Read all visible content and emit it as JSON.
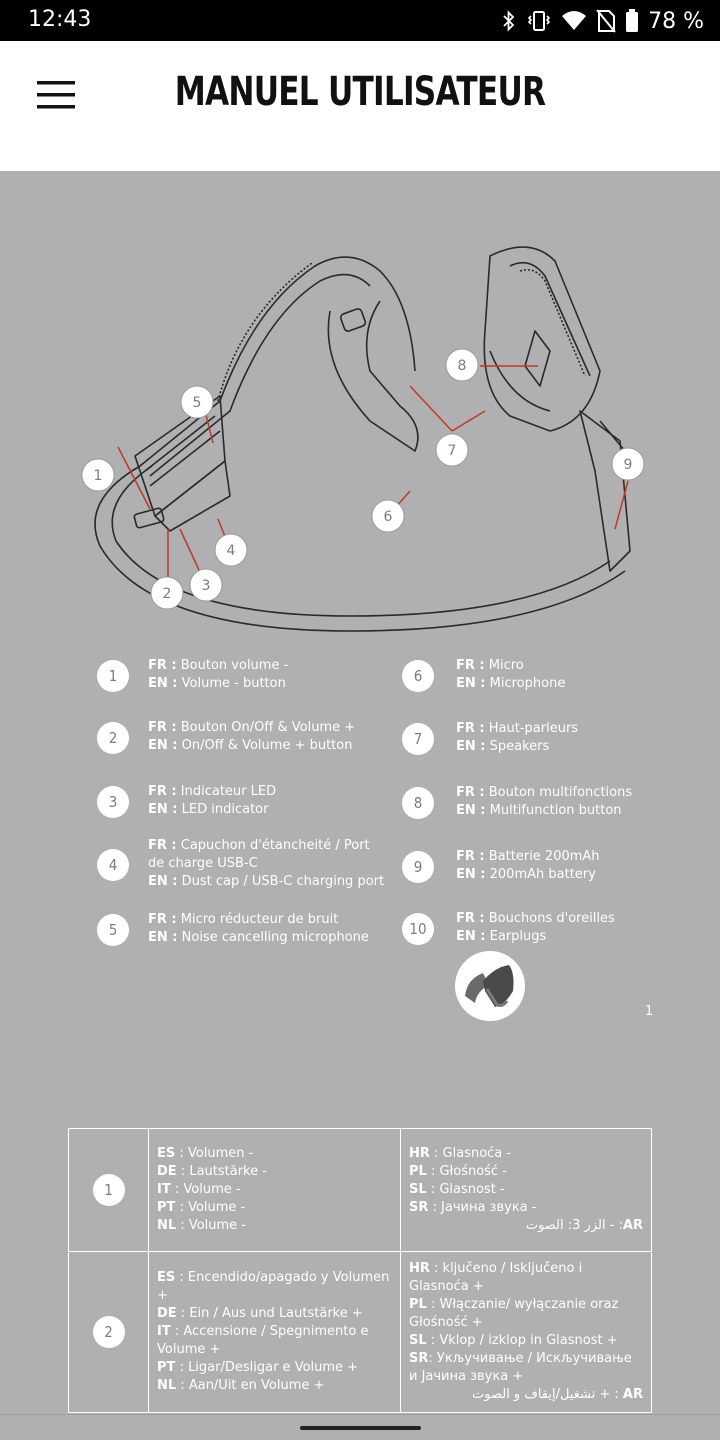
{
  "status_bar": {
    "time": "12:43",
    "battery_text": "78 %",
    "icons": [
      "bluetooth-icon",
      "vibrate-icon",
      "wifi-icon",
      "no-sim-icon",
      "battery-icon"
    ]
  },
  "app_bar": {
    "title": "MANUEL UTILISATEUR",
    "menu_icon": "hamburger-menu-icon"
  },
  "diagram": {
    "callouts": [
      "1",
      "2",
      "3",
      "4",
      "5",
      "6",
      "7",
      "8",
      "9"
    ]
  },
  "legend": [
    {
      "num": "1",
      "fr_label": "FR :",
      "fr": "Bouton volume -",
      "en_label": "EN :",
      "en": "Volume - button"
    },
    {
      "num": "2",
      "fr_label": "FR :",
      "fr": "Bouton On/Off & Volume +",
      "en_label": "EN :",
      "en": "On/Off & Volume + button"
    },
    {
      "num": "3",
      "fr_label": "FR :",
      "fr": "Indicateur LED",
      "en_label": "EN :",
      "en": "LED indicator"
    },
    {
      "num": "4",
      "fr_label": "FR :",
      "fr": "Capuchon d'étancheité / Port de charge USB-C",
      "en_label": "EN :",
      "en": "Dust cap / USB-C charging port"
    },
    {
      "num": "5",
      "fr_label": "FR :",
      "fr": "Micro réducteur de bruit",
      "en_label": "EN :",
      "en": "Noise cancelling microphone"
    },
    {
      "num": "6",
      "fr_label": "FR :",
      "fr": "Micro",
      "en_label": "EN :",
      "en": "Microphone"
    },
    {
      "num": "7",
      "fr_label": "FR :",
      "fr": "Haut-parleurs",
      "en_label": "EN :",
      "en": "Speakers"
    },
    {
      "num": "8",
      "fr_label": "FR :",
      "fr": "Bouton multifonctions",
      "en_label": "EN :",
      "en": "Multifunction button"
    },
    {
      "num": "9",
      "fr_label": "FR :",
      "fr": "Batterie 200mAh",
      "en_label": "EN :",
      "en": "200mAh battery"
    },
    {
      "num": "10",
      "fr_label": "FR :",
      "fr": "Bouchons d'oreilles",
      "en_label": "EN :",
      "en": "Earplugs"
    }
  ],
  "page_number": "1",
  "translation_table": [
    {
      "num": "1",
      "left": [
        {
          "code": "ES",
          "text": "Volumen -"
        },
        {
          "code": "DE",
          "text": "Lautstärke -"
        },
        {
          "code": "IT",
          "text": "Volume -"
        },
        {
          "code": "PT",
          "text": "Volume -"
        },
        {
          "code": "NL",
          "text": "Volume -"
        }
      ],
      "right": [
        {
          "code": "HR",
          "text": "Glasnoća -"
        },
        {
          "code": "PL",
          "text": "Głośność -"
        },
        {
          "code": "SL",
          "text": "Glasnost -"
        },
        {
          "code": "SR",
          "text": "Јачина звука -"
        }
      ],
      "ar_code": "AR",
      "ar_text": "الزر 3: الصوت -"
    },
    {
      "num": "2",
      "left": [
        {
          "code": "ES",
          "text": "Encendido/apagado y Volumen +"
        },
        {
          "code": "DE",
          "text": "Ein / Aus und Lautstärke +"
        },
        {
          "code": "IT",
          "text": "Accensione / Spegnimento e Volume +"
        },
        {
          "code": "PT",
          "text": "Ligar/Desligar e Volume +"
        },
        {
          "code": "NL",
          "text": "Aan/Uit en Volume +"
        }
      ],
      "right": [
        {
          "code": "HR",
          "text": "ključeno / Isključeno i Glasnoća +"
        },
        {
          "code": "PL",
          "text": "Włączanie/ wyłączanie oraz Głośność +"
        },
        {
          "code": "SL",
          "text": "Vklop / izklop in Glasnost +"
        },
        {
          "code": "SR",
          "text": "Укључивање / Искључивање и Јачина звука +"
        }
      ],
      "ar_code": "AR",
      "ar_text": "تشغيل/إيقاف و الصوت +"
    }
  ]
}
